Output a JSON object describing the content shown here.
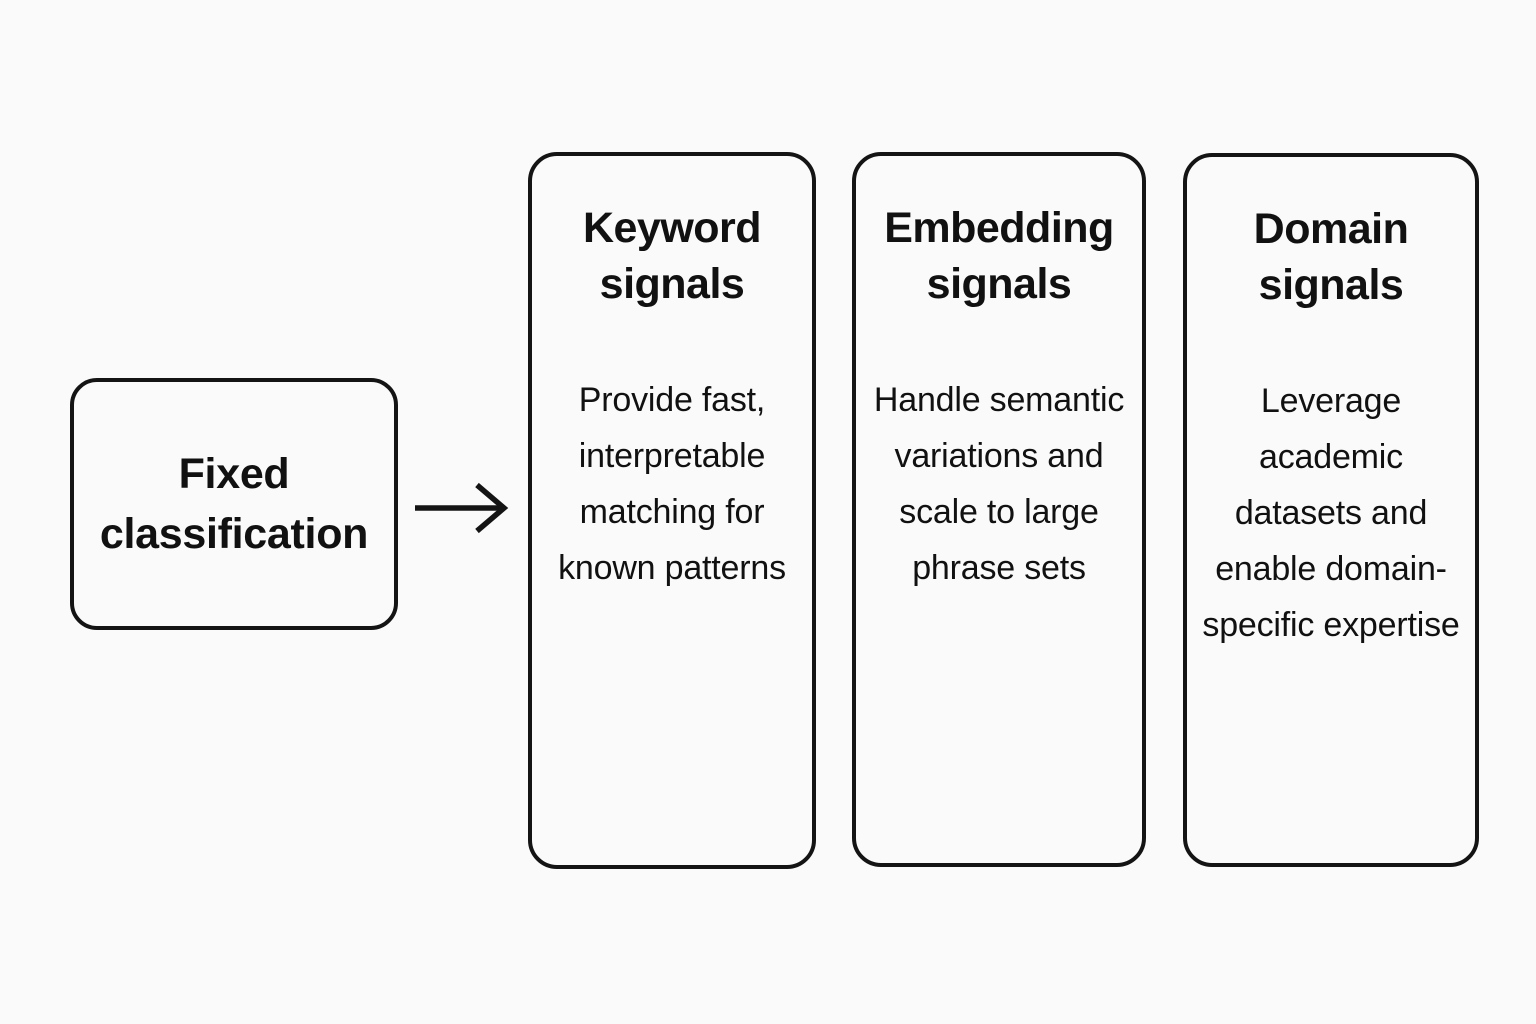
{
  "diagram": {
    "background_color": "#FAFAFA",
    "stroke_color": "#141414",
    "text_color": "#111111",
    "source": {
      "label": "Fixed\nclassification"
    },
    "connector": {
      "icon": "arrow-right-icon"
    },
    "cards": [
      {
        "title": "Keyword signals",
        "body": "Provide fast, interpretable matching for known patterns"
      },
      {
        "title": "Embedding signals",
        "body": "Handle semantic variations and scale to large phrase sets"
      },
      {
        "title": "Domain signals",
        "body": "Leverage academic datasets and enable domain-specific expertise"
      }
    ]
  }
}
